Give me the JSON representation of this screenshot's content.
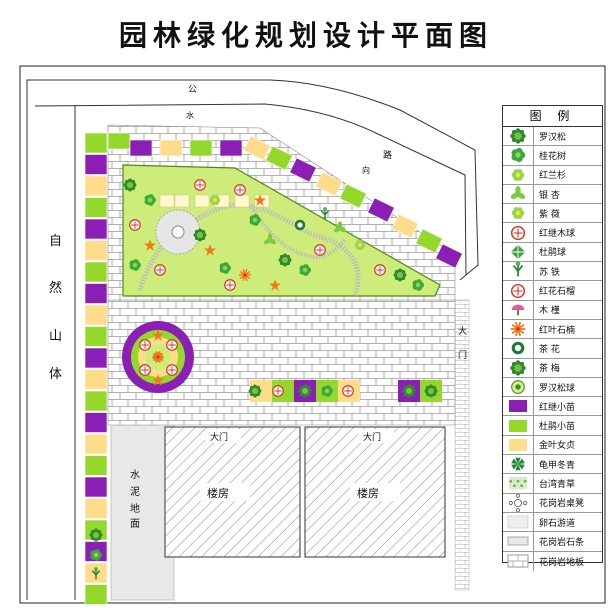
{
  "title": "园林绿化规划设计平面图",
  "labels": {
    "road_gong": "公",
    "road_shui": "水",
    "road_lu": "路",
    "road_north_gate": "向",
    "mountain": [
      "自",
      "然",
      "山",
      "体"
    ],
    "cement_ground": [
      "水",
      "泥",
      "地",
      "面"
    ],
    "gate": "大门",
    "east_gate": [
      "大",
      "门"
    ],
    "building": "楼房"
  },
  "legend": {
    "title": "图 例",
    "items": [
      {
        "label": "罗汉松",
        "icon": "luohansong-icon"
      },
      {
        "label": "桂花树",
        "icon": "osmanthus-tree-icon"
      },
      {
        "label": "红兰杉",
        "icon": "red-fir-icon"
      },
      {
        "label": "银 杏",
        "icon": "ginkgo-icon"
      },
      {
        "label": "紫 薇",
        "icon": "crape-myrtle-icon"
      },
      {
        "label": "红继木球",
        "icon": "loropetalum-ball-icon"
      },
      {
        "label": "杜鹃球",
        "icon": "azalea-ball-icon"
      },
      {
        "label": "苏 铁",
        "icon": "cycad-icon"
      },
      {
        "label": "红花石榴",
        "icon": "pomegranate-icon"
      },
      {
        "label": "木 槿",
        "icon": "hibiscus-icon"
      },
      {
        "label": "红叶石楠",
        "icon": "photinia-icon"
      },
      {
        "label": "茶 花",
        "icon": "camellia-icon"
      },
      {
        "label": "茶 梅",
        "icon": "sasanqua-icon"
      },
      {
        "label": "罗汉松球",
        "icon": "podocarpus-ball-icon"
      },
      {
        "label": "红继小苗",
        "icon": "loropetalum-seedling-icon"
      },
      {
        "label": "杜鹃小苗",
        "icon": "azalea-seedling-icon"
      },
      {
        "label": "金叶女贞",
        "icon": "golden-privet-icon"
      },
      {
        "label": "龟甲冬青",
        "icon": "holly-icon"
      },
      {
        "label": "台湾青草",
        "icon": "taiwan-grass-icon"
      },
      {
        "label": "花岗岩桌凳",
        "icon": "granite-table-icon"
      },
      {
        "label": "卵石游道",
        "icon": "pebble-path-icon"
      },
      {
        "label": "花岗岩石条",
        "icon": "granite-strip-icon"
      },
      {
        "label": "花岗岩地板",
        "icon": "granite-paving-icon"
      }
    ]
  },
  "colors": {
    "purple": "#8B1FB5",
    "lime": "#94D82C",
    "yellow": "#FFDC8A",
    "grass": "#CDEC7A",
    "paving": "#FFFFFF",
    "paving_line": "#9A9A9A",
    "cement": "#E7E7E7",
    "hatch": "#888888",
    "tree_green": "#2E8B2E",
    "flower_orange": "#F07A1A",
    "flower_red": "#D83020",
    "pink": "#E65AA0",
    "pebble": "#BDBDBD"
  }
}
